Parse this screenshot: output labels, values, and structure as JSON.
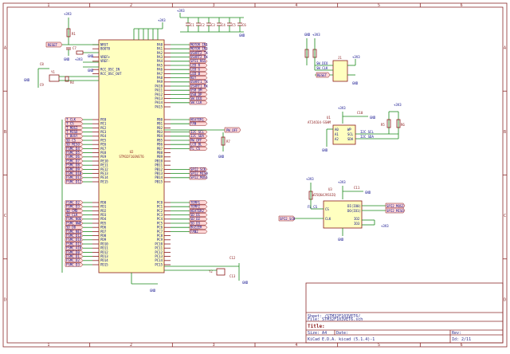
{
  "frame": {
    "cols": [
      "1",
      "2",
      "3",
      "4",
      "5",
      "6"
    ],
    "rows": [
      "A",
      "B",
      "C",
      "D"
    ]
  },
  "mcu": {
    "ref": "U2",
    "value": "STM32F103VET6",
    "left_pins_top": [
      "NRST",
      "BOOT0",
      "",
      "VREF+",
      "VREF-",
      "",
      "RCC_OSC_IN",
      "RCC_OSC_OUT"
    ],
    "left_pins_pe": [
      "PE0",
      "PE1",
      "PE2",
      "PE3",
      "PE4",
      "PE5",
      "PE6",
      "PE7",
      "PE8",
      "PE9",
      "PE10",
      "PE11",
      "PE12",
      "PE13",
      "PE14",
      "PE15"
    ],
    "left_pins_pd": [
      "PD0",
      "PD1",
      "PD2",
      "PD3",
      "PD4",
      "PD5",
      "PD6",
      "PD7",
      "PD8",
      "PD9",
      "PD10",
      "PD11",
      "PD12",
      "PD13",
      "PD14",
      "PD15"
    ],
    "right_pins_pa": [
      "PA0",
      "PA1",
      "PA2",
      "PA3",
      "PA4",
      "PA5",
      "PA6",
      "PA7",
      "PA8",
      "PA9",
      "PA10",
      "PA11",
      "PA12",
      "PA13",
      "PA14",
      "PA15"
    ],
    "right_pins_pb": [
      "PB0",
      "PB1",
      "PB2",
      "PB3",
      "PB4",
      "PB5",
      "PB6",
      "PB7",
      "PB8",
      "PB9",
      "PB10",
      "PB11",
      "PB12",
      "PB13",
      "PB14",
      "PB15"
    ],
    "right_pins_pc": [
      "PC0",
      "PC1",
      "PC2",
      "PC3",
      "PC4",
      "PC5",
      "PC6",
      "PC7",
      "PC8",
      "PC9",
      "PC10",
      "PC11",
      "PC12",
      "PC13",
      "PC14",
      "PC15"
    ]
  },
  "left_labels_top": [
    "RESET"
  ],
  "left_labels_pe": [
    "T_CLK",
    "T_CS",
    "T_MOSI",
    "T_MISO",
    "T_BUSY",
    "SD_CS",
    "SD_MISO",
    "FSMC_D4",
    "FSMC_D5",
    "FSMC_D6",
    "FSMC_D7",
    "FSMC_D8",
    "FSMC_D9",
    "FSMC_D10",
    "FSMC_D11",
    "FSMC_D12"
  ],
  "left_labels_pd": [
    "FSMC_D2",
    "FSMC_D3",
    "SD_CMD",
    "SD_CLK",
    "FSMC_NOE",
    "FSMC_NWE",
    "SD_D0",
    "FSMC_NE1",
    "FSMC_D13",
    "FSMC_D14",
    "FSMC_D15",
    "FSMC_A16",
    "FSMC_D0",
    "FSMC_D1",
    "FSMC_D2",
    "FSMC_D3"
  ],
  "right_labels_pa": [
    "MOTOR_IN1",
    "MOTOR_IN2",
    "USART2_TX",
    "USART2_RX",
    "SPI1_NSS",
    "LED_R",
    "LED_G",
    "LED_B",
    "KEY",
    "USART1_TX",
    "USART1_RX",
    "USB_DM",
    "USB_DP",
    "SW_DIO",
    "SW_CLK",
    ""
  ],
  "right_labels_pb": [
    "HEATER1",
    "FAN",
    "",
    "I2C_SCL",
    "I2C_SDA",
    "PW_OFF",
    "LCD_BL",
    "FL_CS",
    "",
    "",
    "",
    "",
    "SPI2_SCK",
    "SPI2_MISO",
    "SPI2_MOSI",
    ""
  ],
  "right_labels_pc": [
    "TEMP1",
    "TEMP2",
    "HEATER2",
    "SD_D1",
    "SD_D2",
    "SD_D3",
    "BUZZER",
    "FAN2",
    "",
    "",
    "",
    "",
    "",
    "",
    "",
    ""
  ],
  "power": {
    "v33": "+3V3",
    "gnd": "GND"
  },
  "caps_top": [
    "C1",
    "C2",
    "C3",
    "C4",
    "C5",
    "C6"
  ],
  "passives": {
    "r1": "R1",
    "c7": "C7",
    "c8": "C8",
    "c9": "C9",
    "y1": "Y1",
    "r4": "R4",
    "r7": "R7",
    "r5": "R5",
    "r6": "R6",
    "c10": "C10",
    "c11": "C11",
    "c12": "C12",
    "c13": "C13",
    "y2": "Y2"
  },
  "swd": {
    "ref": "J1",
    "pins": [
      "SW_DIO",
      "SW_CLK",
      "RESET"
    ]
  },
  "eeprom": {
    "ref": "U1",
    "value": "AT24C64-SSHM",
    "pins_left": [
      "A0",
      "A1",
      "A2"
    ],
    "pins_right": [
      "WP",
      "SCL",
      "SDA"
    ],
    "nets": [
      "I2C_SCL",
      "I2C_SDA"
    ]
  },
  "flash": {
    "ref": "U3",
    "value": "W25Q64JVSSIQ",
    "pins": [
      "CS",
      "CLK",
      "DI(IO0)",
      "DO(IO1)",
      "IO2",
      "IO3"
    ],
    "nets": [
      "FL_CS",
      "SPI2_SCK",
      "SPI2_MOSI",
      "SPI2_MISO"
    ]
  },
  "title_block": {
    "sheet": "Sheet: /STM32F103VET6/",
    "file": "File: STM32F103VET6.sch",
    "title": "Title:",
    "size": "Size: A4",
    "date": "Date:",
    "rev": "Rev:",
    "tool": "KiCad E.D.A.  kicad (5.1.4)-1",
    "id": "Id: 2/11"
  }
}
